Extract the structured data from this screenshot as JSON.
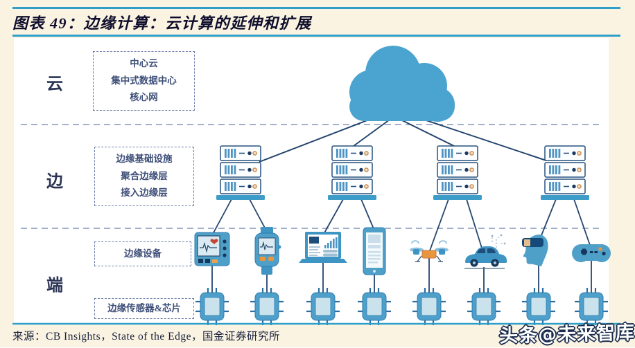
{
  "page": {
    "title": "图表 49：边缘计算：云计算的延伸和扩展",
    "source": "来源：CB Insights，State of the Edge，国金证券研究所",
    "watermark": "头条@未来智库"
  },
  "tiers": [
    {
      "label": "云",
      "boxes": [
        {
          "title": "中心云",
          "lines": [
            "集中式数据中心",
            "核心网"
          ]
        }
      ]
    },
    {
      "label": "边",
      "boxes": [
        {
          "title": "边缘基础设施",
          "lines": [
            "聚合边缘层",
            "接入边缘层"
          ]
        }
      ]
    },
    {
      "label": "端",
      "boxes": [
        {
          "title": "边缘设备",
          "lines": []
        },
        {
          "title": "边缘传感器&芯片",
          "lines": []
        }
      ]
    }
  ],
  "diagram": {
    "cloud_count": 1,
    "server_cluster_count": 4,
    "device_icons": [
      "medical-monitor-icon",
      "smartwatch-icon",
      "laptop-icon",
      "smartphone-icon",
      "drone-icon",
      "connected-car-icon",
      "vr-headset-icon",
      "game-controller-icon"
    ],
    "chip_count": 8
  },
  "colors": {
    "page_bg": "#FBF3E1",
    "panel_bg": "#FFFFFF",
    "rule_blue": "#2E9FC9",
    "cloud_blue": "#4BA4CF",
    "navy": "#1F3864",
    "connector_navy": "#24456E",
    "slate_text": "#3D4E78",
    "orange": "#E8953F"
  }
}
